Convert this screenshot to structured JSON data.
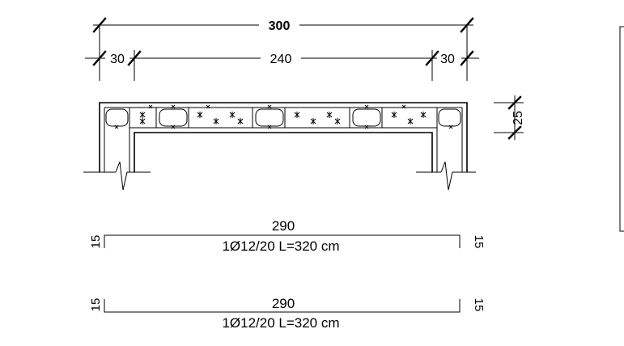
{
  "dimensions": {
    "total_width": "300",
    "left_support": "30",
    "clear_span": "240",
    "right_support": "30",
    "slab_thickness": "25"
  },
  "rebar_schedule": [
    {
      "length_label": "290",
      "hook_left": "15",
      "hook_right": "15",
      "description": "1Ø12/20  L=320 cm"
    },
    {
      "length_label": "290",
      "hook_left": "15",
      "hook_right": "15",
      "description": "1Ø12/20  L=320 cm"
    }
  ],
  "colors": {
    "ink": "#000000",
    "background": "#ffffff"
  }
}
